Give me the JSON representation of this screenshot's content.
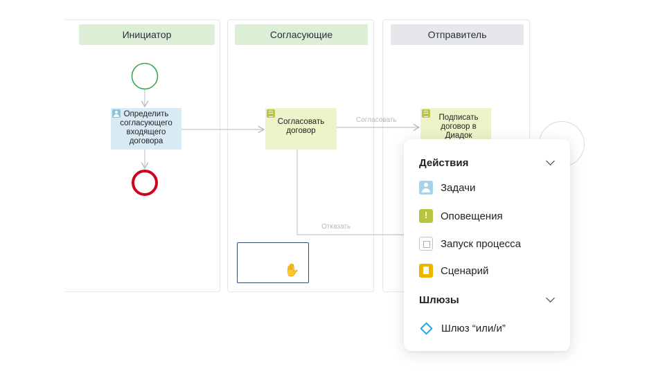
{
  "lanes": [
    {
      "title": "Инициатор"
    },
    {
      "title": "Согласующие"
    },
    {
      "title": "Отправитель"
    }
  ],
  "tasks": {
    "define": "Определить согласующего входящего договора",
    "approve": "Согласовать договор",
    "sign": "Подписать договор в Диадок"
  },
  "edges": {
    "approve_label": "Согласовать",
    "reject_label": "Отказать"
  },
  "colors": {
    "start_event": "#3aa655",
    "end_event": "#d0021b",
    "lane_header_green": "#dcefd6",
    "lane_header_gray": "#e6e7ea",
    "task_blue": "#d8ebf4",
    "task_yellow": "#eef3c9",
    "gateway_accent": "#28a6d8"
  },
  "cursor_icon": "hand-grab-icon",
  "menu": {
    "sections": [
      {
        "title": "Действия",
        "items": [
          {
            "label": "Задачи",
            "icon": "user-task-icon"
          },
          {
            "label": "Оповещения",
            "icon": "notification-icon"
          },
          {
            "label": "Запуск процесса",
            "icon": "process-launch-icon"
          },
          {
            "label": "Сценарий",
            "icon": "script-icon"
          }
        ]
      },
      {
        "title": "Шлюзы",
        "items": [
          {
            "label": "Шлюз “или/и”",
            "icon": "gateway-diamond-icon"
          }
        ]
      }
    ]
  }
}
